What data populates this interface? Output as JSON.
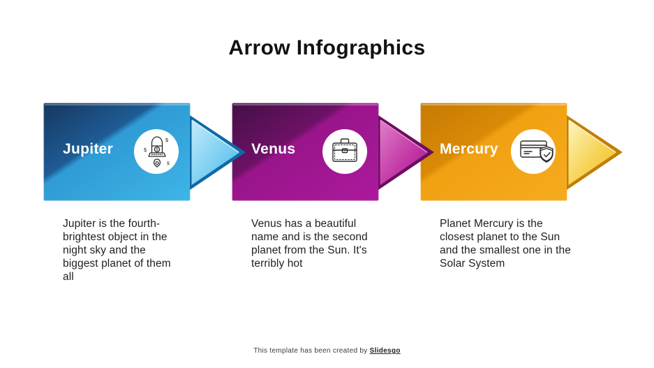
{
  "title": "Arrow Infographics",
  "steps": [
    {
      "name": "Jupiter",
      "description": "Jupiter is the fourth-brightest object in the night sky and the biggest planet of them all",
      "icon": "rocket-dollar-icon",
      "accent_dark": "#17375f",
      "accent_bright": "#3eb5e8",
      "head_color": "#7fd0f3"
    },
    {
      "name": "Venus",
      "description": "Venus has a beautiful name and is the second planet from the Sun. It's terribly hot",
      "icon": "briefcase-icon",
      "accent_dark": "#431046",
      "accent_bright": "#ab1a9c",
      "head_color": "#c43ba8"
    },
    {
      "name": "Mercury",
      "description": "Planet Mercury is the closest planet to the Sun and the smallest one in the Solar System",
      "icon": "credit-card-shield-icon",
      "accent_dark": "#c67a04",
      "accent_bright": "#f5ab1e",
      "head_color": "#f7d355"
    }
  ],
  "footer": {
    "text": "This template has been created by ",
    "brand": "Slidesgo"
  }
}
